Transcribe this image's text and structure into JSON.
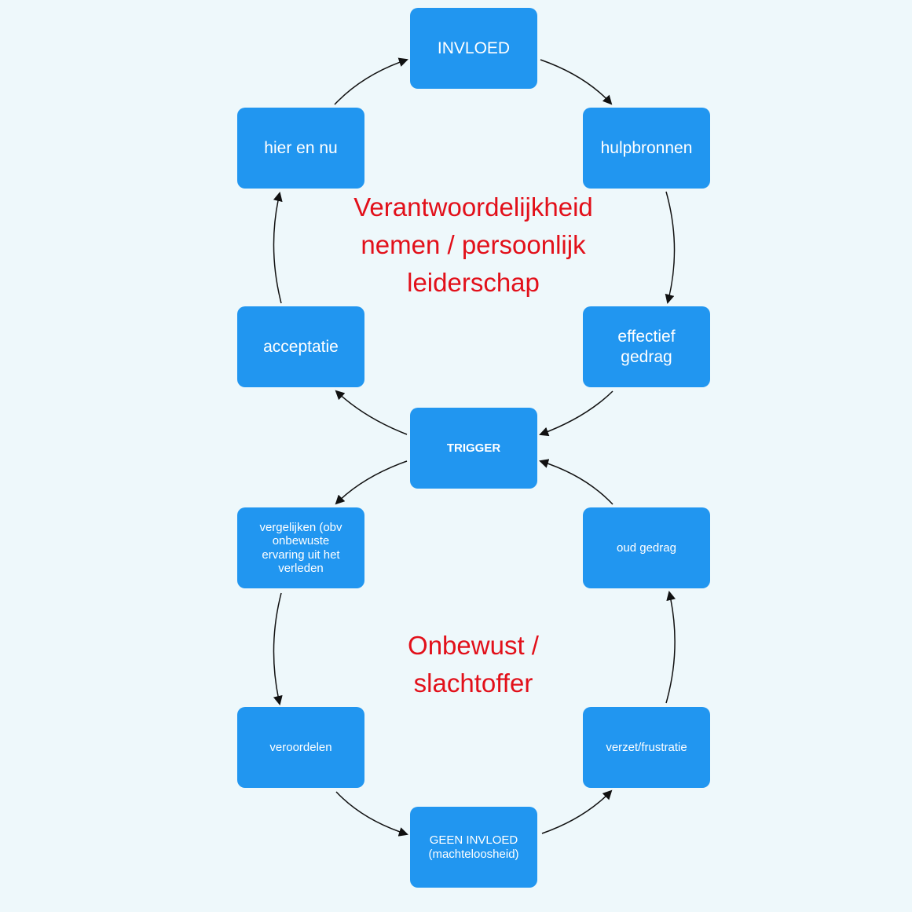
{
  "nodes": {
    "invloed": "INVLOED",
    "hulpbronnen": "hulpbronnen",
    "effectief_gedrag": "effectief\ngedrag",
    "trigger": "TRIGGER",
    "acceptatie": "acceptatie",
    "hier_en_nu": "hier en nu",
    "vergelijken": "vergelijken (obv\nonbewuste\nervaring uit  het\nverleden",
    "veroordelen": "veroordelen",
    "geen_invloed": "GEEN INVLOED\n(machteloosheid)",
    "verzet_frustratie": "verzet/frustratie",
    "oud_gedrag": "oud gedrag"
  },
  "labels": {
    "top_cycle": "Verantwoordelijkheid\nnemen / persoonlijk\nleiderschap",
    "bottom_cycle": "Onbewust /\nslachtoffer"
  },
  "colors": {
    "box": "#2196f0",
    "box_text": "#ffffff",
    "cycle_label": "#e2101a",
    "background": "#eef8fb",
    "arrow": "#111111"
  }
}
